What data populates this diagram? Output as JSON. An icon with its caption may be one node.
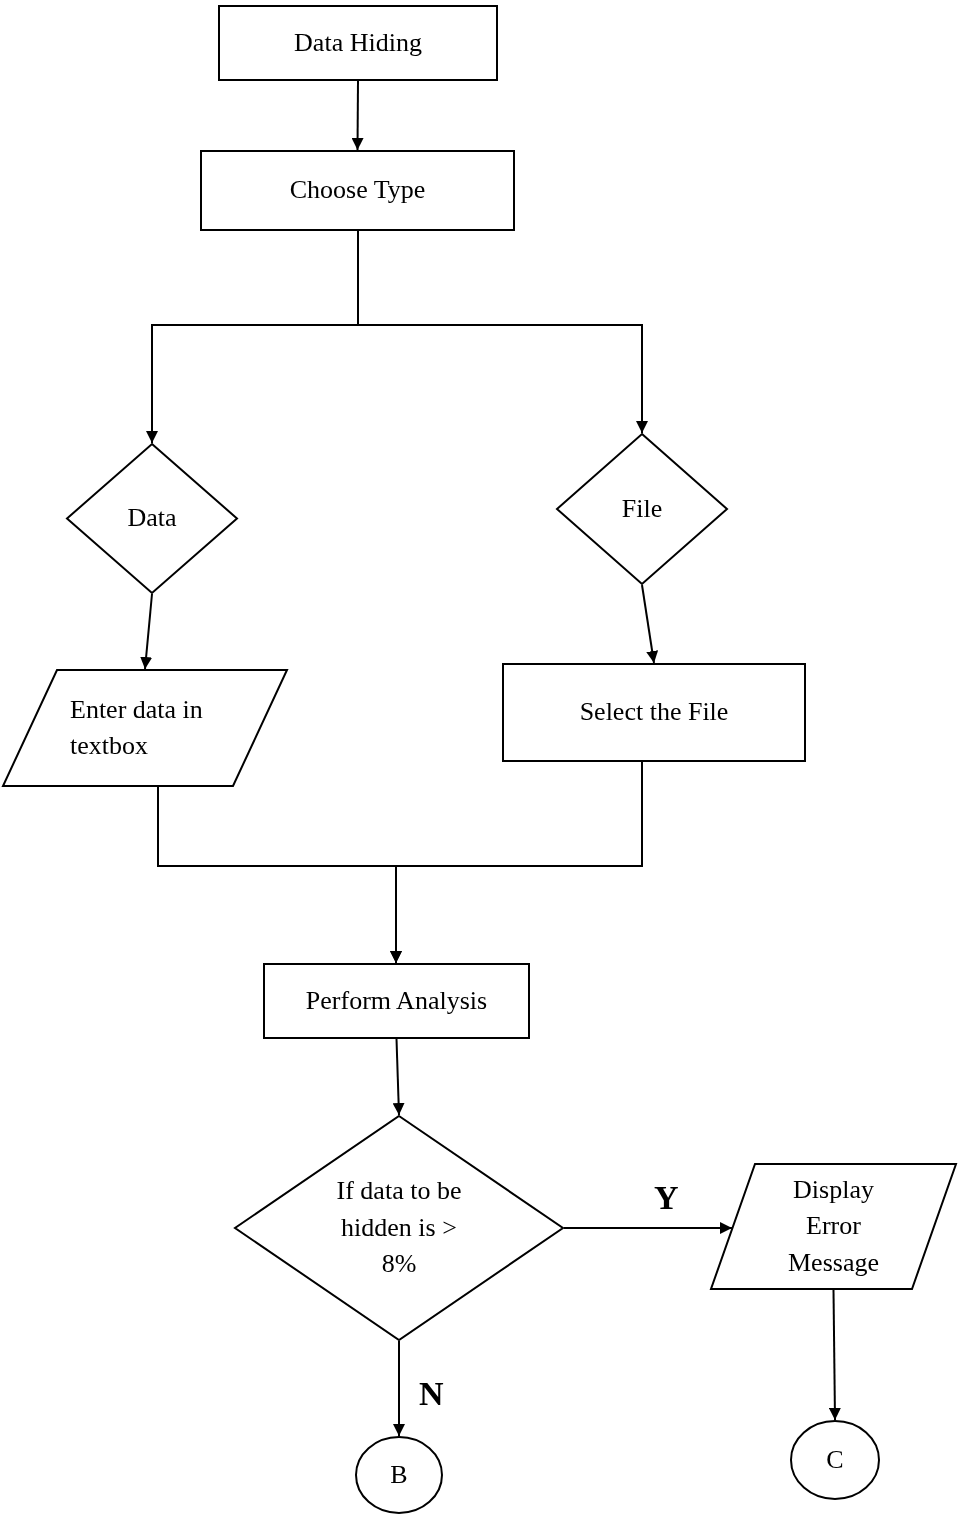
{
  "diagram": {
    "nodes": [
      {
        "text": [
          "Data Hiding"
        ]
      },
      {
        "text": [
          "Choose Type"
        ]
      },
      {
        "text": [
          "Data"
        ]
      },
      {
        "text": [
          "File"
        ]
      },
      {
        "text": [
          "Enter data in textbox"
        ]
      },
      {
        "text": [
          "Select the File"
        ]
      },
      {
        "text": [
          "Perform Analysis"
        ]
      },
      {
        "text": [
          "If data to be hidden is > 8%"
        ]
      },
      {
        "text": [
          "Display Error Message"
        ]
      },
      {
        "text": [
          "B"
        ]
      },
      {
        "text": [
          "C"
        ]
      }
    ],
    "edges": [
      {
        "from": 0,
        "to": 1,
        "arrow": "to"
      },
      {
        "from": 1,
        "to": 2,
        "arrow": "to"
      },
      {
        "from": 1,
        "to": 3,
        "arrow": "to"
      },
      {
        "from": 2,
        "to": 4,
        "arrow": "to"
      },
      {
        "from": 3,
        "to": 5,
        "arrow": "to"
      },
      {
        "from": 4,
        "to": 6,
        "arrow": "to"
      },
      {
        "from": 5,
        "to": 6,
        "arrow": "to"
      },
      {
        "from": 6,
        "to": 7,
        "arrow": "to"
      },
      {
        "from": 7,
        "to": 8,
        "arrow": "to",
        "label": "Y"
      },
      {
        "from": 7,
        "to": 9,
        "arrow": "to",
        "label": "N"
      },
      {
        "from": 8,
        "to": 10,
        "arrow": "to"
      }
    ]
  }
}
